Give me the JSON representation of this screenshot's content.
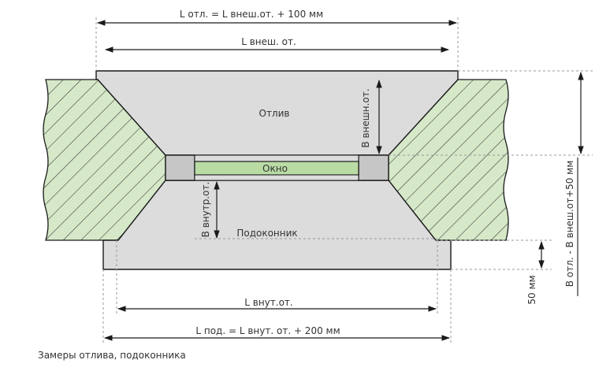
{
  "labels": {
    "l_otl": "L отл. = L внеш.от. + 100 мм",
    "l_vnesh": "L внеш. от.",
    "otliv": "Отлив",
    "b_vnesh": "B внешн.от.",
    "okno": "Окно",
    "b_vnutr": "B внутр.от.",
    "podokonnik": "Подоконник",
    "b_otl": "B отл. - B внеш.от+50 мм",
    "mm50": "50 мм",
    "l_vnut": "L внут.от.",
    "l_pod": "L под. = L внут. от. + 200 мм"
  },
  "caption": "Замеры отлива, подоконника",
  "colors": {
    "wall_fill": "#d5e8c8",
    "wall_hatch": "#2e2e2e",
    "slab_fill": "#dcdcdc",
    "frame_fill": "#c6c6c6",
    "glass_fill": "#b9dba4",
    "outline": "#1a1a1a",
    "guide": "#999999",
    "text": "#333333"
  }
}
